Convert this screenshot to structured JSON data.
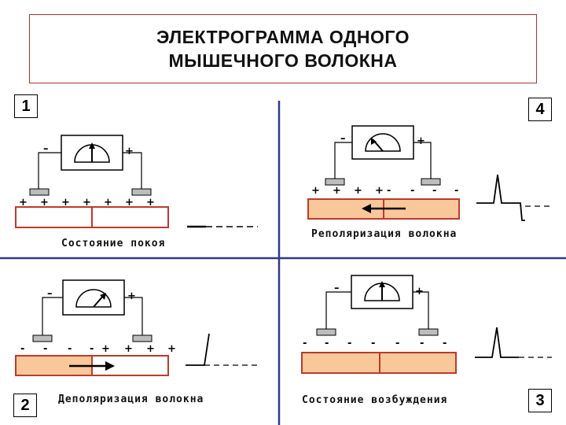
{
  "title": {
    "line1": "ЭЛЕКТРОГРАММА ОДНОГО",
    "line2": "МЫШЕЧНОГО ВОЛОКНА"
  },
  "panels": [
    {
      "number": "1",
      "caption": "Состояние покоя",
      "charges": [
        "+",
        "+",
        "+",
        "+",
        "+",
        "+",
        "+"
      ],
      "meter_left_sign": "–",
      "meter_right_sign": "+"
    },
    {
      "number": "2",
      "caption": "Деполяризация волокна",
      "charges": [
        "-",
        "-",
        "-",
        "-",
        "+",
        "+",
        "+",
        "+"
      ],
      "meter_left_sign": "–",
      "meter_right_sign": "+"
    },
    {
      "number": "3",
      "caption": "Состояние возбуждения",
      "charges": [
        "-",
        "-",
        "-",
        "-",
        "-",
        "-",
        "-"
      ],
      "meter_left_sign": "–",
      "meter_right_sign": "+"
    },
    {
      "number": "4",
      "caption": "Реполяризация волокна",
      "charges": [
        "+",
        "+",
        "+",
        "+",
        "-",
        "-",
        "-",
        "-"
      ],
      "meter_left_sign": "–",
      "meter_right_sign": "+"
    }
  ],
  "colors": {
    "fiber_orange": "#f8c89a",
    "fiber_border": "#c0392b",
    "divider_blue": "#2e3a8c",
    "title_border": "#b03030"
  }
}
